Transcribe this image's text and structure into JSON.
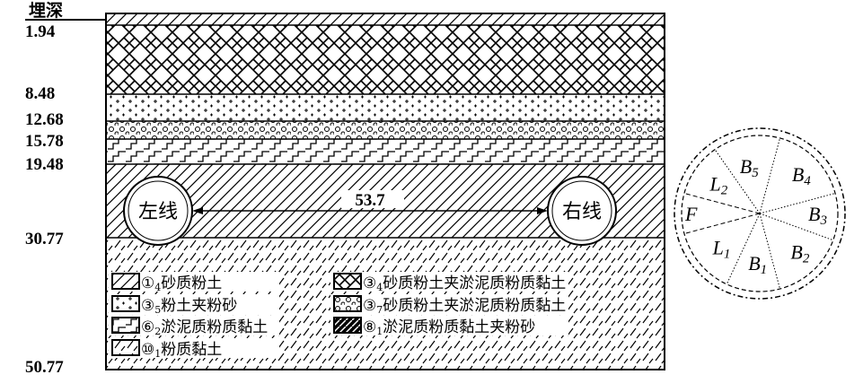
{
  "header": {
    "depth_label": "埋深"
  },
  "depths": [
    "1.94",
    "8.48",
    "12.68",
    "15.78",
    "19.48",
    "30.77",
    "50.77"
  ],
  "tunnels": {
    "left": "左线",
    "right": "右线",
    "distance": "53.7"
  },
  "legend": [
    {
      "code": "①",
      "sub": "4",
      "text": "砂质粉土",
      "pattern": "diag"
    },
    {
      "code": "③",
      "sub": "4",
      "text": "砂质粉土夹淤泥质粉质黏土",
      "pattern": "weave"
    },
    {
      "code": "③",
      "sub": "5",
      "text": "粉土夹粉砂",
      "pattern": "plus"
    },
    {
      "code": "③",
      "sub": "7",
      "text": "砂质粉土夹淤泥质粉质黏土",
      "pattern": "circles"
    },
    {
      "code": "⑥",
      "sub": "2",
      "text": "淤泥质粉质黏土",
      "pattern": "step"
    },
    {
      "code": "⑧",
      "sub": "1",
      "text": "淤泥质粉质黏土夹粉砂",
      "pattern": "thick"
    },
    {
      "code": "⑩",
      "sub": "1",
      "text": "粉质黏土",
      "pattern": "dash"
    }
  ],
  "section": {
    "segments": [
      {
        "name": "B",
        "sub": "5"
      },
      {
        "name": "B",
        "sub": "4"
      },
      {
        "name": "B",
        "sub": "3"
      },
      {
        "name": "B",
        "sub": "2"
      },
      {
        "name": "B",
        "sub": "1"
      },
      {
        "name": "L",
        "sub": "1"
      },
      {
        "name": "F",
        "sub": ""
      },
      {
        "name": "L",
        "sub": "2"
      }
    ]
  }
}
